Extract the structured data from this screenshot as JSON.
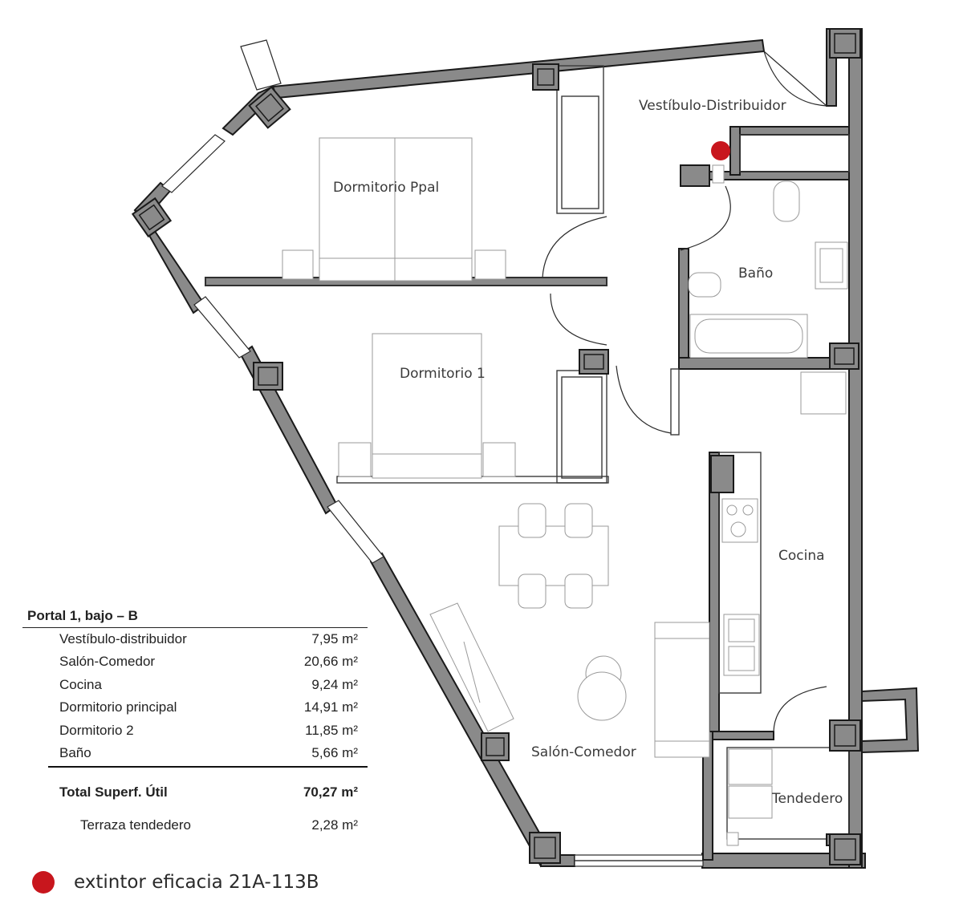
{
  "rooms": {
    "vestibulo": "Vestíbulo-Distribuidor",
    "dormitorio_ppal": "Dormitorio Ppal",
    "bano": "Baño",
    "dormitorio_1": "Dormitorio 1",
    "cocina": "Cocina",
    "salon": "Salón-Comedor",
    "tendedero": "Tendedero"
  },
  "table": {
    "title": "Portal 1, bajo – B",
    "rows": [
      {
        "name": "Vestíbulo-distribuidor",
        "area": "7,95 m²"
      },
      {
        "name": "Salón-Comedor",
        "area": "20,66 m²"
      },
      {
        "name": "Cocina",
        "area": "9,24 m²"
      },
      {
        "name": "Dormitorio principal",
        "area": "14,91 m²"
      },
      {
        "name": "Dormitorio 2",
        "area": "11,85 m²"
      },
      {
        "name": "Baño",
        "area": "5,66 m²"
      }
    ],
    "total_label": "Total Superf. Útil",
    "total_value": "70,27 m²",
    "extra_label": "Terraza tendedero",
    "extra_value": "2,28 m²"
  },
  "legend": {
    "text": "extintor eficacia 21A-113B",
    "color": "#c8161d"
  }
}
